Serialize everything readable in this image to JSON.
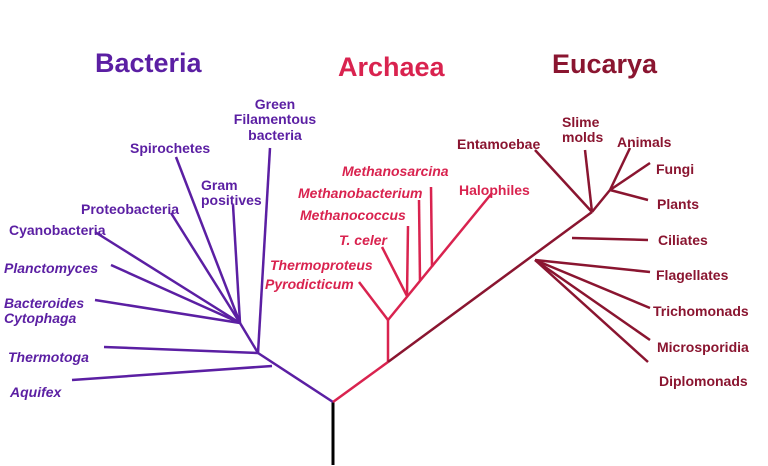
{
  "domains": {
    "bacteria": "Bacteria",
    "archaea": "Archaea",
    "eucarya": "Eucarya"
  },
  "bacteria_taxa": {
    "green_filamentous": "Green\nFilamentous\nbacteria",
    "spirochetes": "Spirochetes",
    "gram_positives": "Gram\npositives",
    "proteobacteria": "Proteobacteria",
    "cyanobacteria": "Cyanobacteria",
    "planctomyces": "Planctomyces",
    "bacteroides_cytophaga": "Bacteroides\nCytophaga",
    "thermotoga": "Thermotoga",
    "aquifex": "Aquifex"
  },
  "archaea_taxa": {
    "methanosarcina": "Methanosarcina",
    "methanobacterium": "Methanobacterium",
    "methanococcus": "Methanococcus",
    "t_celer": "T. celer",
    "thermoproteus": "Thermoproteus",
    "pyrodicticum": "Pyrodicticum",
    "halophiles": "Halophiles"
  },
  "eucarya_taxa": {
    "entamoebae": "Entamoebae",
    "slime_molds": "Slime\nmolds",
    "animals": "Animals",
    "fungi": "Fungi",
    "plants": "Plants",
    "ciliates": "Ciliates",
    "flagellates": "Flagellates",
    "trichomonads": "Trichomonads",
    "microsporidia": "Microsporidia",
    "diplomonads": "Diplomonads"
  },
  "colors": {
    "bacteria": "#5b1fa3",
    "archaea": "#d9234f",
    "eucarya": "#8a1530",
    "root": "#000000"
  }
}
